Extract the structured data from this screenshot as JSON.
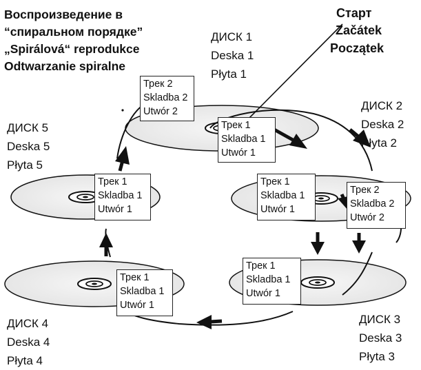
{
  "heading": {
    "lines": [
      "Воспроизведение в",
      "“спиральном порядке”",
      "„Spirálová“ reprodukce",
      "Odtwarzanie spiralne"
    ]
  },
  "start": {
    "lines": [
      "Старт",
      "Začátek",
      "Początek"
    ]
  },
  "discs": [
    {
      "id": "disc1",
      "lines": [
        "ДИСК 1",
        "Deska 1",
        "Płyta 1"
      ]
    },
    {
      "id": "disc2",
      "lines": [
        "ДИСК 2",
        "Deska 2",
        "Płyta 2"
      ]
    },
    {
      "id": "disc3",
      "lines": [
        "ДИСК 3",
        "Deska 3",
        "Płyta 3"
      ]
    },
    {
      "id": "disc4",
      "lines": [
        "ДИСК 4",
        "Deska 4",
        "Płyta 4"
      ]
    },
    {
      "id": "disc5",
      "lines": [
        "ДИСК 5",
        "Deska 5",
        "Płyta 5"
      ]
    }
  ],
  "tracks": [
    {
      "id": "disc1_track2",
      "lines": [
        "Трек 2",
        "Skladba 2",
        "Utwór 2"
      ]
    },
    {
      "id": "disc1_track1",
      "lines": [
        "Трек 1",
        "Skladba 1",
        "Utwór 1"
      ]
    },
    {
      "id": "disc2_track1",
      "lines": [
        "Трек 1",
        "Skladba 1",
        "Utwór 1"
      ]
    },
    {
      "id": "disc2_track2",
      "lines": [
        "Трек 2",
        "Skladba 2",
        "Utwór 2"
      ]
    },
    {
      "id": "disc3_track1",
      "lines": [
        "Трек 1",
        "Skladba 1",
        "Utwór 1"
      ]
    },
    {
      "id": "disc4_track1",
      "lines": [
        "Трек 1",
        "Skladba 1",
        "Utwór 1"
      ]
    },
    {
      "id": "disc5_track1",
      "lines": [
        "Трек 1",
        "Skladba 1",
        "Utwór 1"
      ]
    }
  ],
  "colors": {
    "ink": "#111111",
    "disc_fill": "#eeeeee"
  }
}
